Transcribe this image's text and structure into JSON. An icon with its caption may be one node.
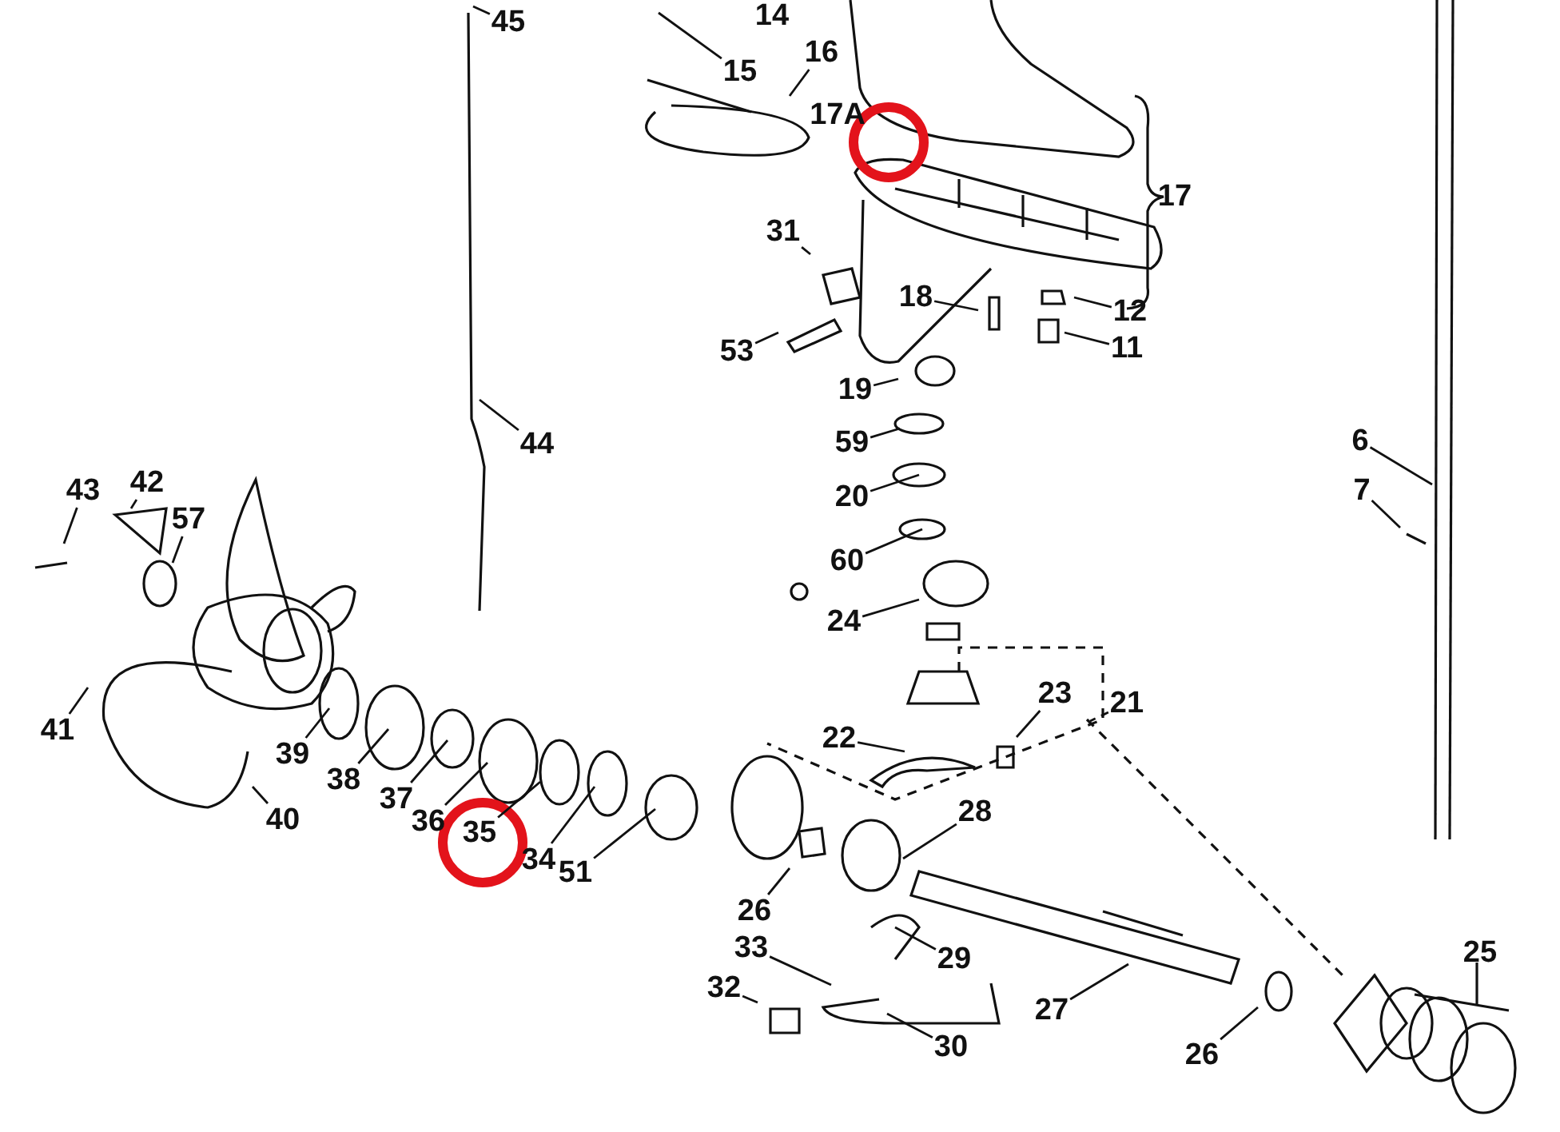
{
  "diagram": {
    "nodes": [
      {
        "text": [
          "45"
        ]
      },
      {
        "text": [
          "15"
        ]
      },
      {
        "text": [
          "16"
        ]
      },
      {
        "text": [
          "31"
        ]
      },
      {
        "text": [
          "18"
        ]
      },
      {
        "text": [
          "12"
        ]
      },
      {
        "text": [
          "11"
        ]
      },
      {
        "text": [
          "53"
        ]
      },
      {
        "text": [
          "19"
        ]
      },
      {
        "text": [
          "59"
        ]
      },
      {
        "text": [
          "20"
        ]
      },
      {
        "text": [
          "60"
        ]
      },
      {
        "text": [
          "24"
        ]
      },
      {
        "text": [
          "44"
        ]
      },
      {
        "text": [
          "6"
        ]
      },
      {
        "text": [
          "43"
        ]
      },
      {
        "text": [
          "42"
        ]
      },
      {
        "text": [
          "57"
        ]
      },
      {
        "text": [
          "7"
        ]
      },
      {
        "text": [
          "41"
        ]
      },
      {
        "text": [
          "39"
        ]
      },
      {
        "text": [
          "38"
        ]
      },
      {
        "text": [
          "37"
        ]
      },
      {
        "text": [
          "36"
        ]
      },
      {
        "text": [
          "35"
        ]
      },
      {
        "text": [
          "34"
        ]
      },
      {
        "text": [
          "51"
        ]
      },
      {
        "text": [
          "40"
        ]
      },
      {
        "text": [
          "22"
        ]
      },
      {
        "text": [
          "23"
        ]
      },
      {
        "text": [
          "21"
        ]
      },
      {
        "text": [
          "28"
        ]
      },
      {
        "text": [
          "26"
        ]
      },
      {
        "text": [
          "29"
        ]
      },
      {
        "text": [
          "33"
        ]
      },
      {
        "text": [
          "32"
        ]
      },
      {
        "text": [
          "30"
        ]
      },
      {
        "text": [
          "27"
        ]
      },
      {
        "text": [
          "26"
        ]
      }
    ],
    "edges": [
      {
        "from": 0,
        "to": null,
        "arrow": "none"
      },
      {
        "from": 1,
        "to": null,
        "arrow": "none"
      },
      {
        "from": 2,
        "to": null,
        "arrow": "none"
      },
      {
        "from": 3,
        "to": null,
        "arrow": "none"
      },
      {
        "from": 4,
        "to": null,
        "arrow": "none"
      },
      {
        "from": 5,
        "to": null,
        "arrow": "none"
      },
      {
        "from": 6,
        "to": null,
        "arrow": "none"
      },
      {
        "from": 7,
        "to": null,
        "arrow": "none"
      },
      {
        "from": 8,
        "to": null,
        "arrow": "none"
      },
      {
        "from": 9,
        "to": null,
        "arrow": "none"
      },
      {
        "from": 10,
        "to": null,
        "arrow": "none"
      },
      {
        "from": 11,
        "to": null,
        "arrow": "none"
      },
      {
        "from": 12,
        "to": null,
        "arrow": "none"
      },
      {
        "from": 13,
        "to": null,
        "arrow": "none"
      },
      {
        "from": 14,
        "to": null,
        "arrow": "none"
      },
      {
        "from": 15,
        "to": null,
        "arrow": "none"
      },
      {
        "from": 16,
        "to": null,
        "arrow": "none"
      },
      {
        "from": 17,
        "to": null,
        "arrow": "none"
      },
      {
        "from": 18,
        "to": null,
        "arrow": "none"
      },
      {
        "from": 19,
        "to": null,
        "arrow": "none"
      },
      {
        "from": 20,
        "to": null,
        "arrow": "none"
      },
      {
        "from": 21,
        "to": null,
        "arrow": "none"
      },
      {
        "from": 22,
        "to": null,
        "arrow": "none"
      },
      {
        "from": 23,
        "to": null,
        "arrow": "none"
      },
      {
        "from": 24,
        "to": null,
        "arrow": "none"
      },
      {
        "from": 25,
        "to": null,
        "arrow": "none"
      },
      {
        "from": 26,
        "to": null,
        "arrow": "none"
      },
      {
        "from": 27,
        "to": null,
        "arrow": "none"
      },
      {
        "from": 28,
        "to": null,
        "arrow": "none"
      },
      {
        "from": 29,
        "to": null,
        "arrow": "none"
      },
      {
        "from": 30,
        "to": null,
        "arrow": "none",
        "style": "dashed"
      },
      {
        "from": 31,
        "to": null,
        "arrow": "none"
      },
      {
        "from": 32,
        "to": null,
        "arrow": "none"
      },
      {
        "from": 33,
        "to": null,
        "arrow": "none"
      },
      {
        "from": 34,
        "to": null,
        "arrow": "none"
      },
      {
        "from": 35,
        "to": null,
        "arrow": "none"
      },
      {
        "from": 36,
        "to": null,
        "arrow": "none"
      },
      {
        "from": 37,
        "to": null,
        "arrow": "none"
      },
      {
        "from": 38,
        "to": null,
        "arrow": "none"
      }
    ],
    "labels": [
      "14",
      "17A",
      "17",
      "25"
    ]
  }
}
